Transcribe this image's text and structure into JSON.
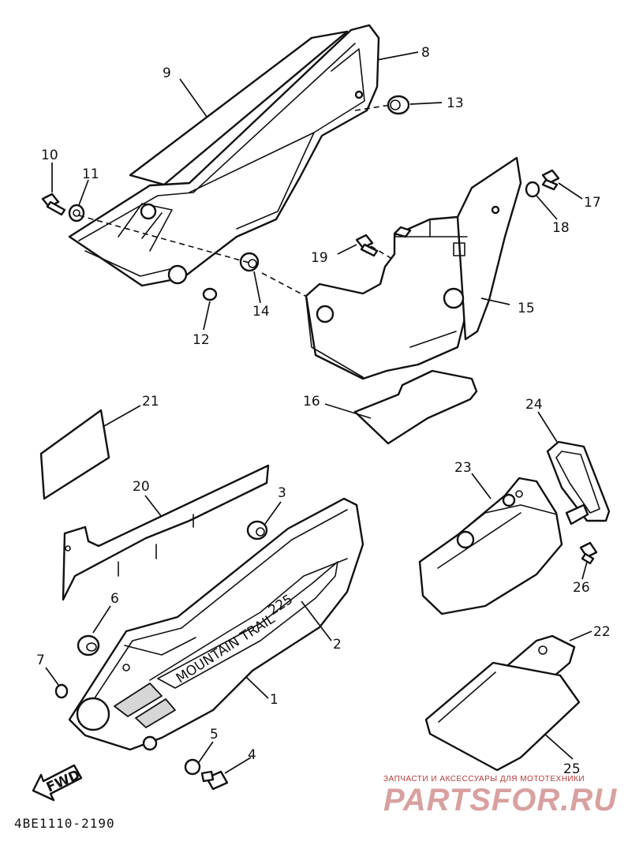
{
  "labels": {
    "p1": "1",
    "p2": "2",
    "p3": "3",
    "p4": "4",
    "p5": "5",
    "p6": "6",
    "p7": "7",
    "p8": "8",
    "p9": "9",
    "p10": "10",
    "p11": "11",
    "p12": "12",
    "p13": "13",
    "p14": "14",
    "p15": "15",
    "p16": "16",
    "p17": "17",
    "p18": "18",
    "p19": "19",
    "p20": "20",
    "p21": "21",
    "p22": "22",
    "p23": "23",
    "p24": "24",
    "p25": "25",
    "p26": "26"
  },
  "fwd_label": "FWD",
  "decal_text": "MOUNTAIN TRAIL",
  "decal_number": "225",
  "diagram_code": "4BE1110-2190",
  "watermark": {
    "tagline": "ЗАПЧАСТИ И АКСЕССУАРЫ ДЛЯ МОТОТЕХНИКИ",
    "brand": "PARTSFOR.RU"
  }
}
